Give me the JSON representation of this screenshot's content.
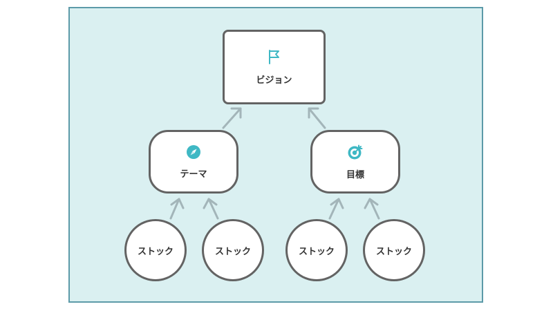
{
  "diagram": {
    "vision": {
      "label": "ビジョン",
      "icon": "flag-icon"
    },
    "theme": {
      "label": "テーマ",
      "icon": "compass-icon"
    },
    "goal": {
      "label": "目標",
      "icon": "target-icon"
    },
    "stocks": [
      {
        "label": "ストック"
      },
      {
        "label": "ストック"
      },
      {
        "label": "ストック"
      },
      {
        "label": "ストック"
      }
    ],
    "colors": {
      "background": "#daf0f1",
      "frame": "#5c9aa8",
      "node_border": "#636363",
      "arrow": "#a3b5b9",
      "icon_accent": "#3fb8c4"
    }
  }
}
